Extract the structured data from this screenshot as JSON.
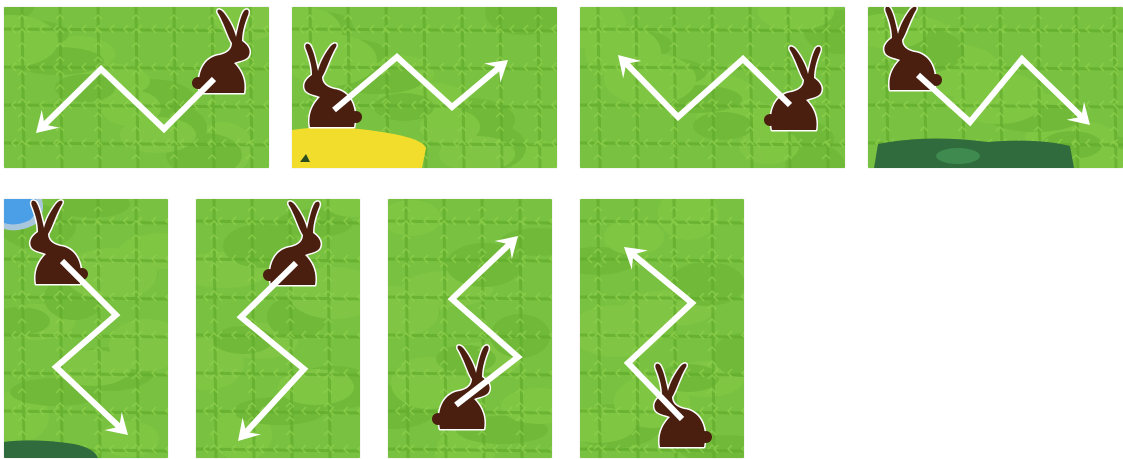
{
  "colors": {
    "grass": "#79c140",
    "grass_dark": "#63ad2e",
    "grass_light": "#8ed04c",
    "arrow": "#ffffff",
    "rabbit": "#4a1f0f",
    "sand": "#f2dd2c",
    "bush": "#2f6b3d",
    "water": "#4a9fe6"
  },
  "tiles": [
    {
      "id": "tile-1",
      "orientation": "landscape",
      "direction": "left",
      "path_icon": "zigzag-arrow-icon"
    },
    {
      "id": "tile-2",
      "orientation": "landscape",
      "direction": "right",
      "path_icon": "zigzag-arrow-icon",
      "decoration": "sand-patch"
    },
    {
      "id": "tile-3",
      "orientation": "landscape",
      "direction": "left",
      "path_icon": "zigzag-arrow-icon"
    },
    {
      "id": "tile-4",
      "orientation": "landscape",
      "direction": "right",
      "path_icon": "zigzag-arrow-icon",
      "decoration": "bush-patch"
    },
    {
      "id": "tile-5",
      "orientation": "portrait",
      "direction": "down",
      "path_icon": "zigzag-arrow-icon",
      "decoration": "water-patch"
    },
    {
      "id": "tile-6",
      "orientation": "portrait",
      "direction": "down",
      "path_icon": "zigzag-arrow-icon"
    },
    {
      "id": "tile-7",
      "orientation": "portrait",
      "direction": "up",
      "path_icon": "zigzag-arrow-icon"
    },
    {
      "id": "tile-8",
      "orientation": "portrait",
      "direction": "up",
      "path_icon": "zigzag-arrow-icon"
    }
  ]
}
